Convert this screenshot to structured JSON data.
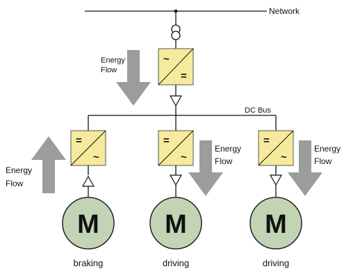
{
  "colors": {
    "converter_fill": "#f6eb9c",
    "converter_stroke": "#555555",
    "motor_fill": "#c2d4b4",
    "motor_stroke": "#222222",
    "arrow_fill": "#9c9c9c",
    "line": "#111111",
    "background": "#ffffff"
  },
  "network": {
    "label": "Network",
    "transformer_icon": "transformer-icon"
  },
  "dc_bus": {
    "label": "DC Bus"
  },
  "supply_converter": {
    "top_symbol": "~",
    "bottom_symbol": "="
  },
  "supply_flow": {
    "label_line1": "Energy",
    "label_line2": "Flow",
    "direction": "down"
  },
  "drives": [
    {
      "converter_top": "=",
      "converter_bottom": "~",
      "motor_label": "M",
      "state": "braking",
      "flow_label_line1": "Energy",
      "flow_label_line2": "Flow",
      "flow_direction": "up"
    },
    {
      "converter_top": "=",
      "converter_bottom": "~",
      "motor_label": "M",
      "state": "driving",
      "flow_label_line1": "Energy",
      "flow_label_line2": "Flow",
      "flow_direction": "down"
    },
    {
      "converter_top": "=",
      "converter_bottom": "~",
      "motor_label": "M",
      "state": "driving",
      "flow_label_line1": "Energy",
      "flow_label_line2": "Flow",
      "flow_direction": "down"
    }
  ]
}
